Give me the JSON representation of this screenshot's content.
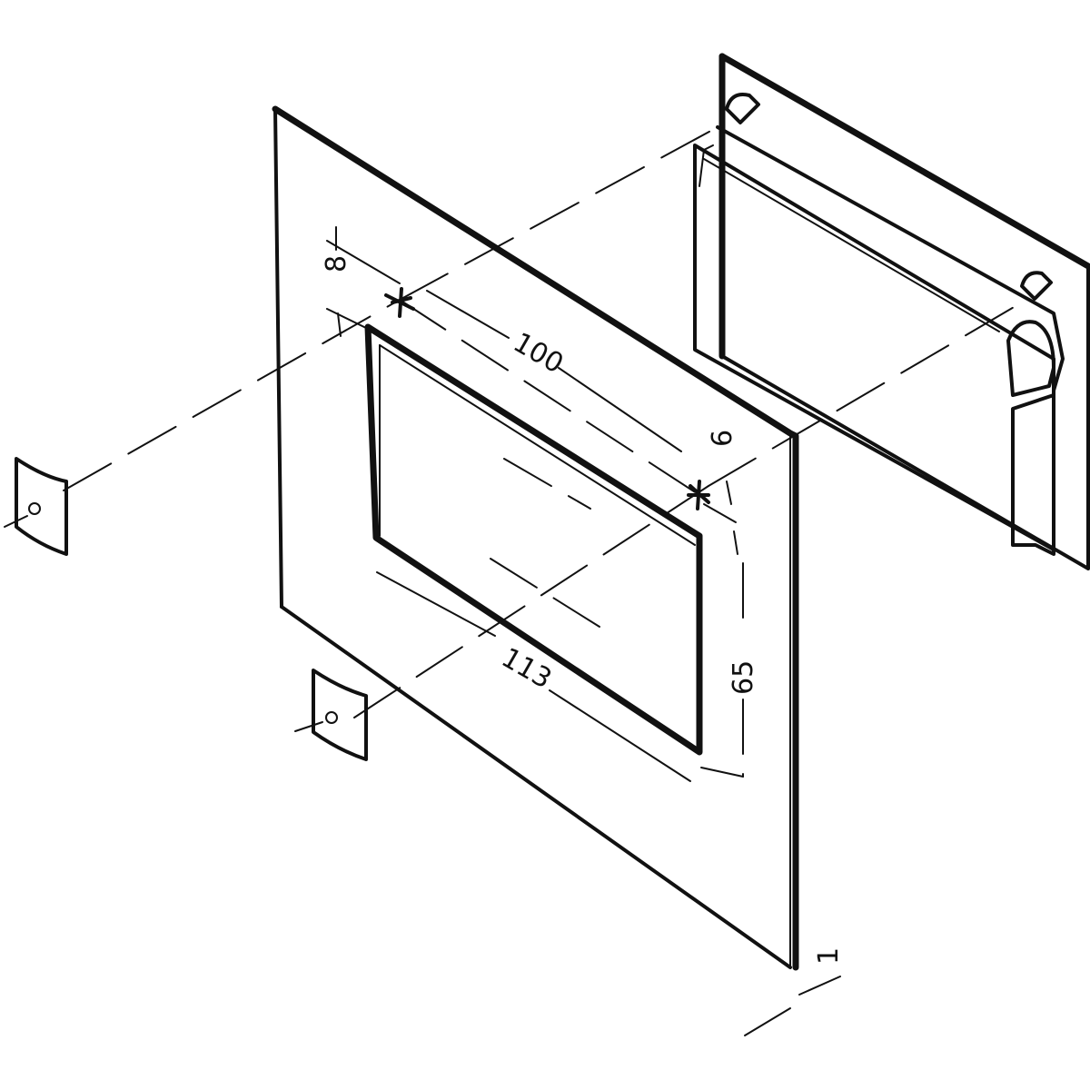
{
  "dimensions": {
    "d8": "8",
    "d100": "100",
    "d6": "6",
    "d113": "113",
    "d65": "65",
    "d1": "1"
  }
}
